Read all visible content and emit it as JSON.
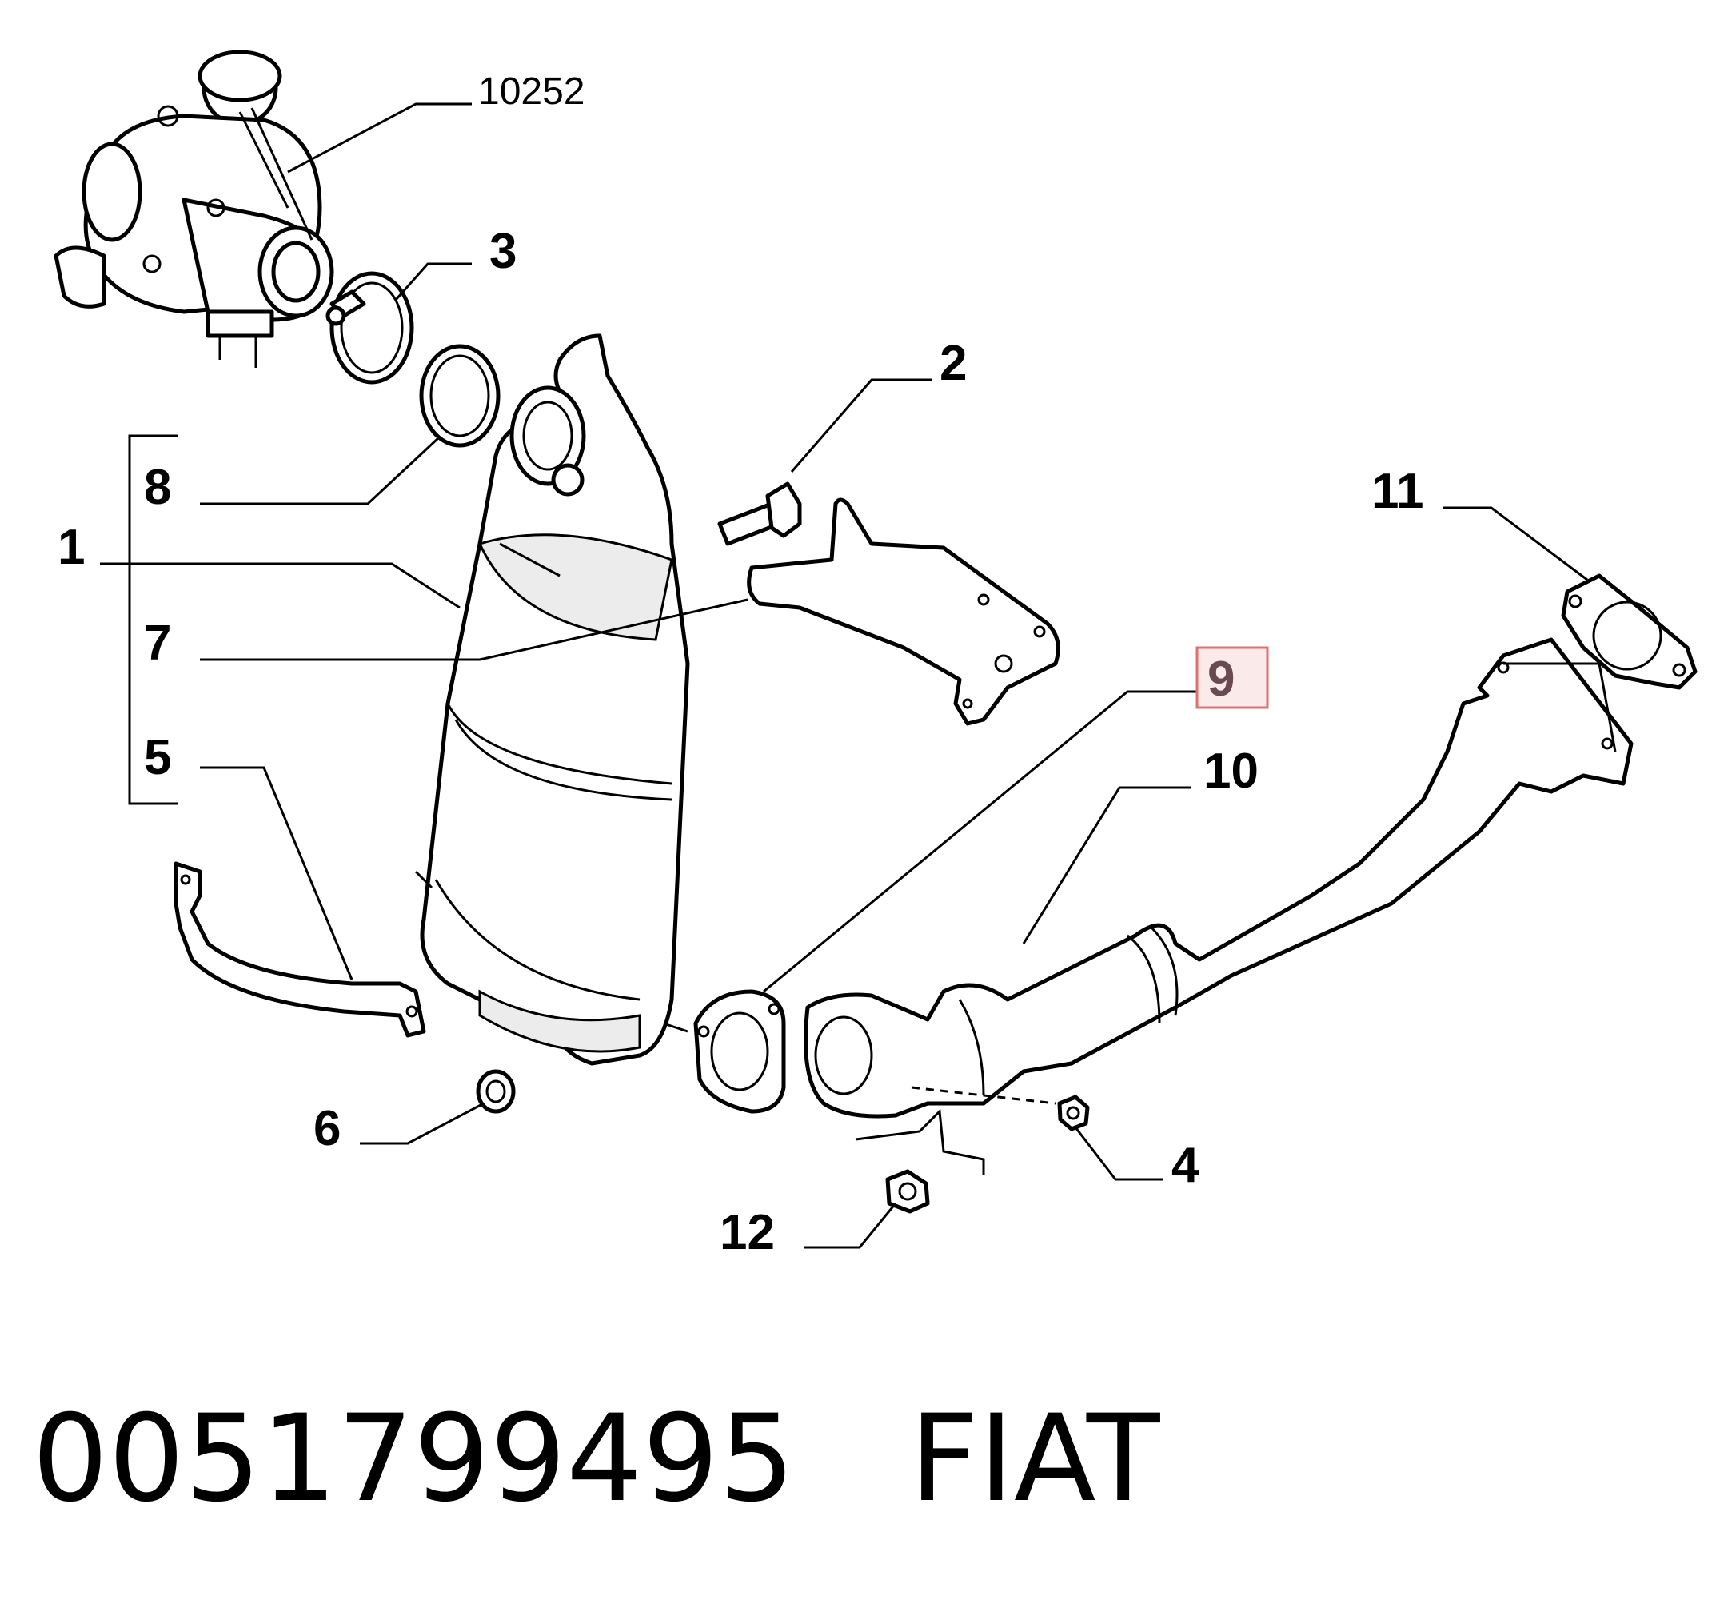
{
  "callouts": {
    "c10252": "10252",
    "c3": "3",
    "c2": "2",
    "c8": "8",
    "c1": "1",
    "c7": "7",
    "c5": "5",
    "c11": "11",
    "c9": "9",
    "c10": "10",
    "c6": "6",
    "c4": "4",
    "c12": "12"
  },
  "highlight": {
    "callout": "9",
    "border_color": "#e0706f",
    "fill_color": "#fbeaea"
  },
  "footer": {
    "part_number": "0051799495",
    "brand": "FIAT"
  }
}
